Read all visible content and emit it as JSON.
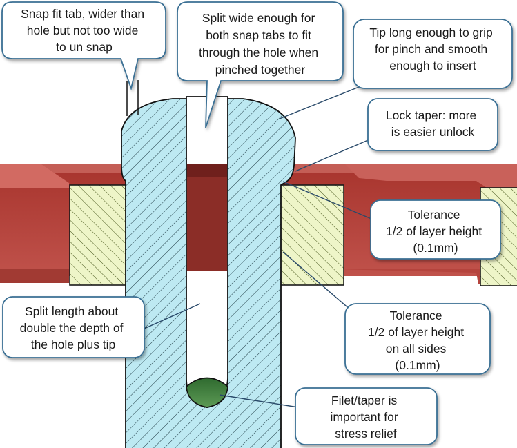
{
  "callouts": [
    {
      "id": "snap-tab",
      "lines": [
        "Snap fit tab, wider than",
        "hole but not too wide",
        "to un snap"
      ]
    },
    {
      "id": "split-width",
      "lines": [
        "Split wide enough for",
        "both snap tabs to fit",
        "through the hole when",
        "pinched together"
      ]
    },
    {
      "id": "tip-length",
      "lines": [
        "Tip long enough to grip",
        "for pinch and smooth",
        "enough to insert"
      ]
    },
    {
      "id": "lock-taper",
      "lines": [
        "Lock taper: more",
        "is easier unlock"
      ]
    },
    {
      "id": "tolerance-top",
      "lines": [
        "Tolerance",
        "1/2 of layer height",
        "(0.1mm)"
      ]
    },
    {
      "id": "tolerance-sides",
      "lines": [
        "Tolerance",
        "1/2 of layer height",
        "on all sides",
        "(0.1mm)"
      ]
    },
    {
      "id": "split-length",
      "lines": [
        "Split length about",
        "double the depth of",
        "the hole plus tip"
      ]
    },
    {
      "id": "fillet",
      "lines": [
        "Filet/taper is",
        "important for",
        "stress relief"
      ]
    }
  ],
  "colors": {
    "plate_top": "#c25a52",
    "plate_front": "#b03a34",
    "plate_recess": "#8a2a25",
    "part_fill": "#bde9f2",
    "part_hatch": "#1f3b44",
    "hole_fill": "#eef5c8",
    "hole_hatch": "#47571c",
    "fillet_fill": "#3e7a3e",
    "callout_fill": "#ffffff",
    "callout_stroke": "#3a6f94",
    "leader": "#2a4a6a"
  }
}
